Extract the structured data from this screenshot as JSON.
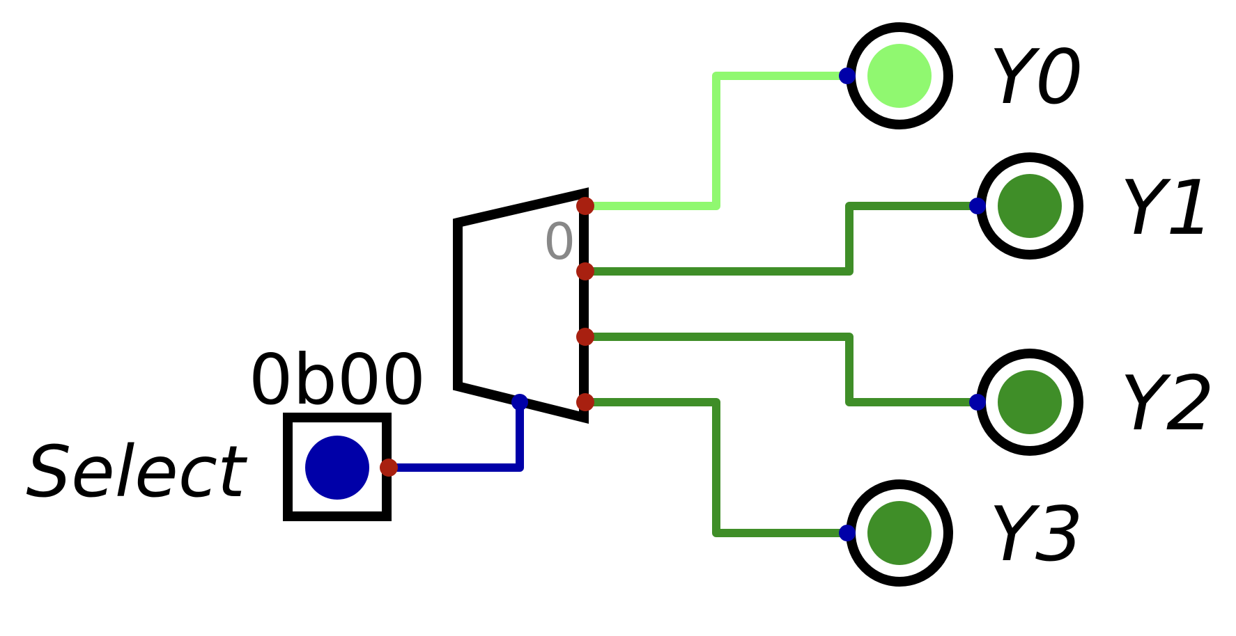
{
  "diagram": {
    "select_label": "Select",
    "select_value": "0b00",
    "mux_index_label": "0",
    "outputs": [
      {
        "label": "Y0",
        "active": true
      },
      {
        "label": "Y1",
        "active": false
      },
      {
        "label": "Y2",
        "active": false
      },
      {
        "label": "Y3",
        "active": false
      }
    ]
  },
  "colors": {
    "component_stroke": "#000000",
    "wire_active": "#90f870",
    "wire_inactive": "#3f8e28",
    "wire_select": "#0000a8",
    "pin_output": "#a82010",
    "pin_input": "#0000a8",
    "led_on": "#90f870",
    "led_off": "#3f8e28",
    "index_label": "#888888"
  }
}
